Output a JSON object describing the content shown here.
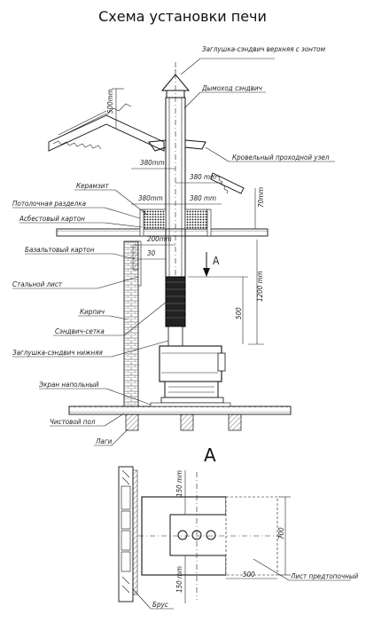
{
  "title": "Схема установки печи",
  "view_letter": "А",
  "labels": {
    "cap_top": "Заглушка-сэндвич верхняя с зонтом",
    "chimney": "Дымоход сэндвич",
    "roof_node": "Кровельный проходной узел",
    "keramzit": "Керамзит",
    "ceiling_cut": "Потолочная разделка",
    "asbestos": "Асбестовый картон",
    "basalt": "Базальтовый картон",
    "steel_sheet": "Стальной лист",
    "brick": "Кирпич",
    "sandwich_mesh": "Сэндвич-сетка",
    "cap_bottom": "Заглушка-сэндвич нижняя",
    "floor_screen": "Экран напольный",
    "clean_floor": "Чистовой пол",
    "joists": "Лаги",
    "pre_furnace_sheet": "Лист предтопочный",
    "beam": "Брус"
  },
  "dims": {
    "d500_top": "500mm",
    "d380_roof": "380mm",
    "d380_roof_r": "380 mm",
    "d380_ceil_l": "380mm",
    "d380_ceil_r": "380 mm",
    "d70": "70mm",
    "d200": "200mm",
    "d30": "30",
    "d1200": "1200 mm",
    "d500_side": "500",
    "d150_top": "150 mm",
    "d150_bottom": "150 mm",
    "d700": "700",
    "d500_bottom": "500"
  }
}
